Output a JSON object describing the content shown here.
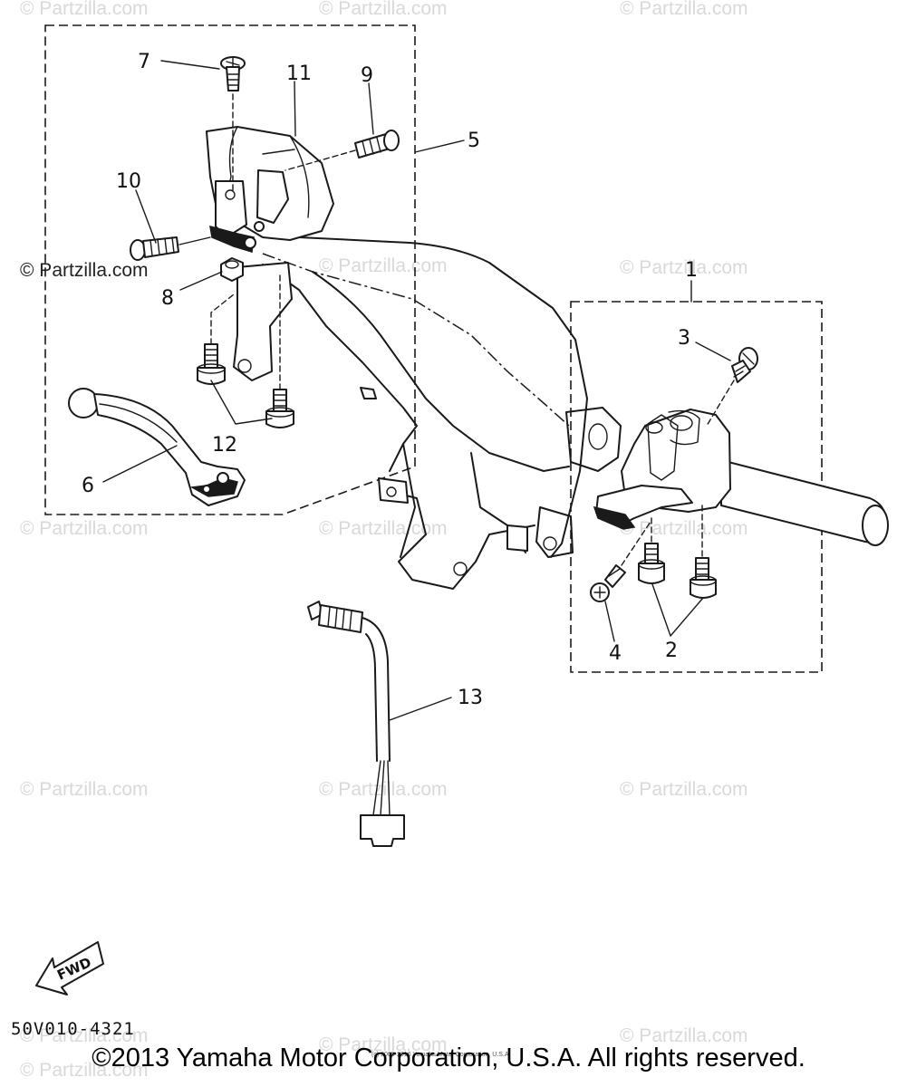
{
  "watermarks": [
    "© Partzilla.com",
    "© Partzilla.com",
    "© Partzilla.com",
    "© Partzilla.com",
    "© Partzilla.com",
    "© Partzilla.com",
    "© Partzilla.com",
    "© Partzilla.com",
    "© Partzilla.com",
    "© Partzilla.com",
    "© Partzilla.com",
    "© Partzilla.com",
    "© Partzilla.com",
    "© Partzilla.com",
    "© Partzilla.com"
  ],
  "watermark_dark": "© Partzilla.com",
  "callouts": {
    "c1": "1",
    "c2": "2",
    "c3": "3",
    "c4": "4",
    "c5": "5",
    "c6": "6",
    "c7": "7",
    "c8": "8",
    "c9": "9",
    "c10": "10",
    "c11": "11",
    "c12": "12",
    "c13": "13"
  },
  "fwd_label": "FWD",
  "diagram_code": "50V010-4321",
  "small_notice": "(c) 2005-2016 Yamaha Motor Corporation, U.S.A.",
  "copyright": "©2013 Yamaha Motor Corporation, U.S.A. All rights reserved."
}
